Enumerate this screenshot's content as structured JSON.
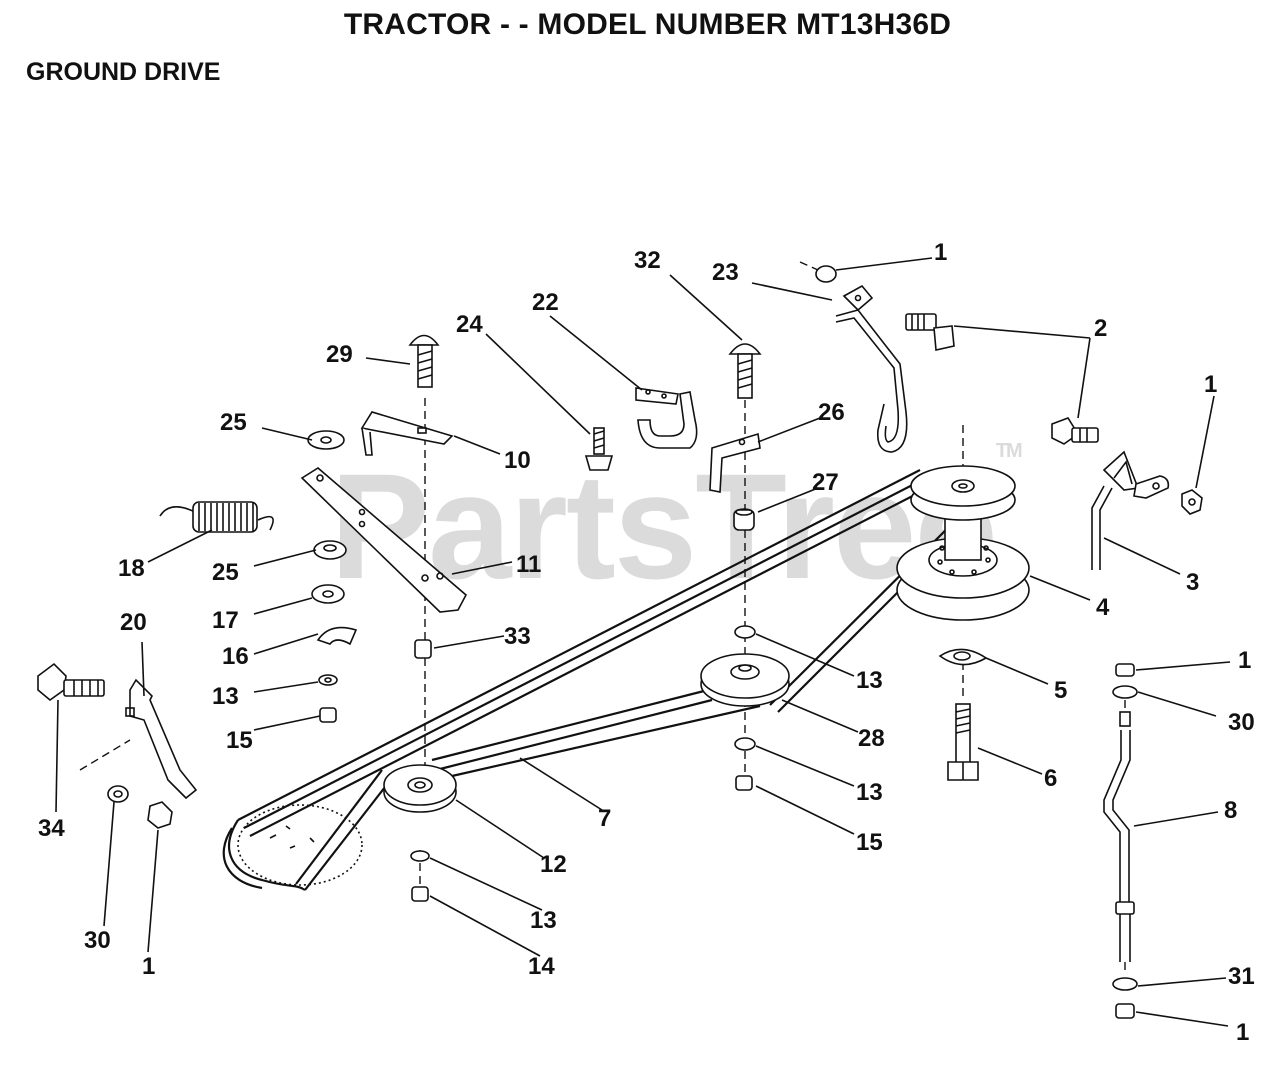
{
  "title": "TRACTOR - - MODEL NUMBER MT13H36D",
  "subtitle": "GROUND DRIVE",
  "watermark": "PartsTree",
  "watermark_mark": "TM",
  "callouts": [
    "1",
    "32",
    "23",
    "2",
    "22",
    "24",
    "29",
    "26",
    "1",
    "25",
    "10",
    "27",
    "18",
    "11",
    "3",
    "4",
    "25",
    "17",
    "20",
    "33",
    "16",
    "13",
    "1",
    "5",
    "28",
    "13",
    "30",
    "15",
    "34",
    "7",
    "13",
    "6",
    "12",
    "15",
    "8",
    "13",
    "30",
    "1",
    "14",
    "31",
    "1"
  ]
}
